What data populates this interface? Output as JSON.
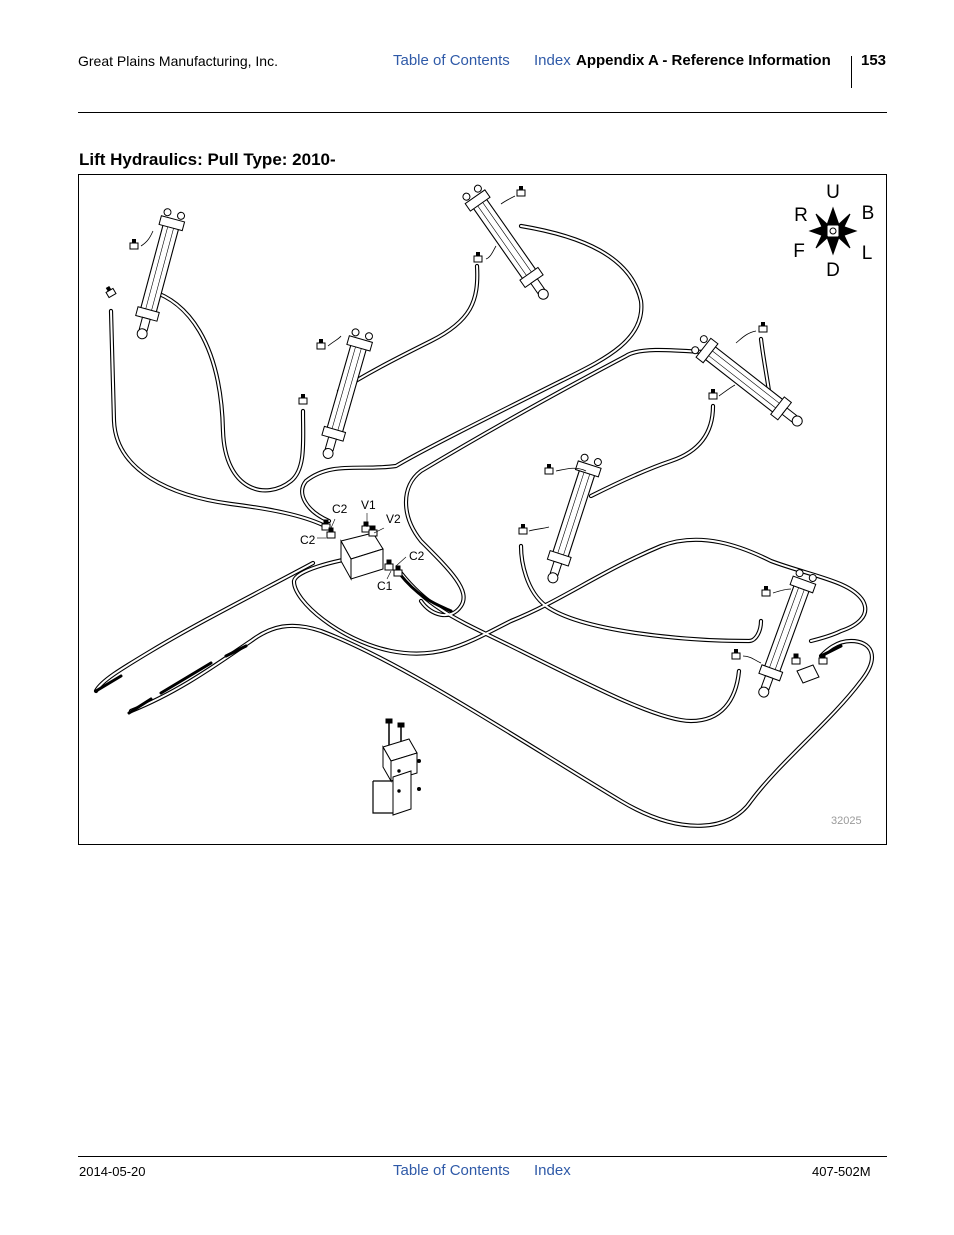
{
  "header": {
    "company": "Great Plains Manufacturing, Inc.",
    "toc_link": "Table of Contents",
    "index_link": "Index",
    "section": "Appendix A - Reference Information",
    "page_number": "153"
  },
  "figure": {
    "title": "Lift Hydraulics: Pull Type: 2010-",
    "compass": {
      "up": "U",
      "down": "D",
      "rear": "R",
      "back": "B",
      "front": "F",
      "left": "L"
    },
    "port_labels": {
      "c2_a": "C2",
      "c2_b": "C2",
      "v1": "V1",
      "v2": "V2",
      "c2_c": "C2",
      "c1": "C1"
    },
    "figure_number": "32025"
  },
  "footer": {
    "date": "2014-05-20",
    "toc_link": "Table of Contents",
    "index_link": "Index",
    "manual_number": "407-502M"
  }
}
